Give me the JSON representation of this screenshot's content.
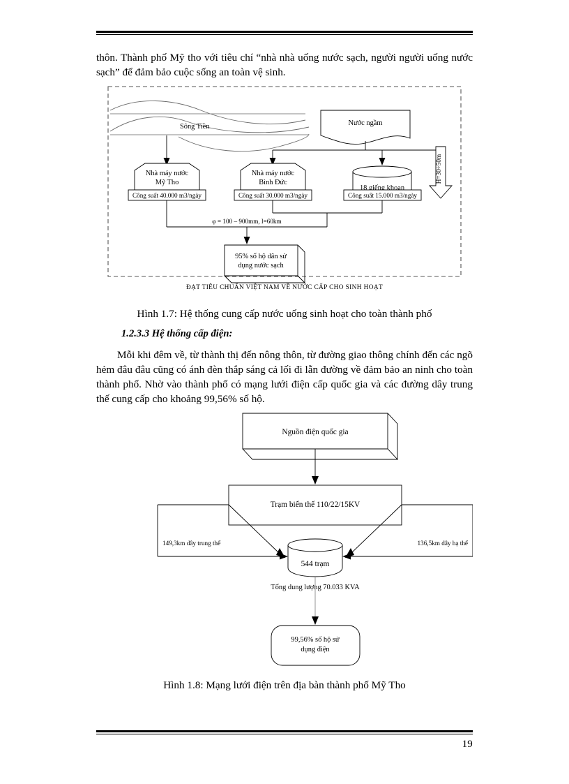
{
  "page": {
    "number": "19"
  },
  "paragraphs": {
    "intro": "thôn. Thành phố Mỹ tho với tiêu chí “nhà nhà uống nước sạch, người người uống nước sạch” để đảm bảo cuộc sống an toàn vệ sinh.",
    "electric": "Mỗi khi đêm về, từ thành thị đến nông thôn, từ đường giao thông chính đến các ngõ hẻm đâu đâu cũng có ánh đèn thắp sáng cả lối đi lẫn đường về đảm bảo an ninh cho toàn thành phố. Nhờ vào thành phố có mạng lưới điện cấp quốc gia và các đường dây trung thế cung cấp cho khoảng 99,56% số hộ."
  },
  "headings": {
    "section_1233": "1.2.3.3  Hệ thống cấp điện:"
  },
  "captions": {
    "fig17": "Hình 1.7: Hệ thống cung cấp nước uống sinh hoạt cho toàn thành phố",
    "fig18": "Hình 1.8: Mạng lưới điện trên địa bàn thành phố Mỹ Tho"
  },
  "figure_water": {
    "standard_note": "ĐẠT TIÊU CHUẨN VIỆT NAM VỀ NƯỚC CẤP CHO SINH HOẠT",
    "river_label": "Sông Tiền",
    "groundwater_label": "Nước ngầm",
    "plants": [
      {
        "name_line1": "Nhà máy nước",
        "name_line2": "Mỹ Tho",
        "capacity": "Công suất 40.000 m3/ngày"
      },
      {
        "name_line1": "Nhà máy nước",
        "name_line2": "Bình Đức",
        "capacity": "Công suất 30.000 m3/ngày"
      }
    ],
    "wells": {
      "label": "18 giếng khoan",
      "capacity": "Công suất 15.000 m3/ngày"
    },
    "depth_arrow_label": "H=30÷50m",
    "pipe_label": "φ = 100 – 900mm, l=60km",
    "result_line1": "95% số hộ dân sử",
    "result_line2": "dụng nước sạch"
  },
  "figure_power": {
    "source_label": "Nguồn điện quốc gia",
    "substation_label": "Trạm biến thế 110/22/15KV",
    "left_line_label": "149,3km dây trung thế",
    "right_line_label": "136,5km dây hạ thế",
    "stations_label": "544 trạm",
    "capacity_label": "Tổng dung lượng 70.033 KVA",
    "result_line1": "99,56% số hộ sử",
    "result_line2": "dụng điện"
  }
}
